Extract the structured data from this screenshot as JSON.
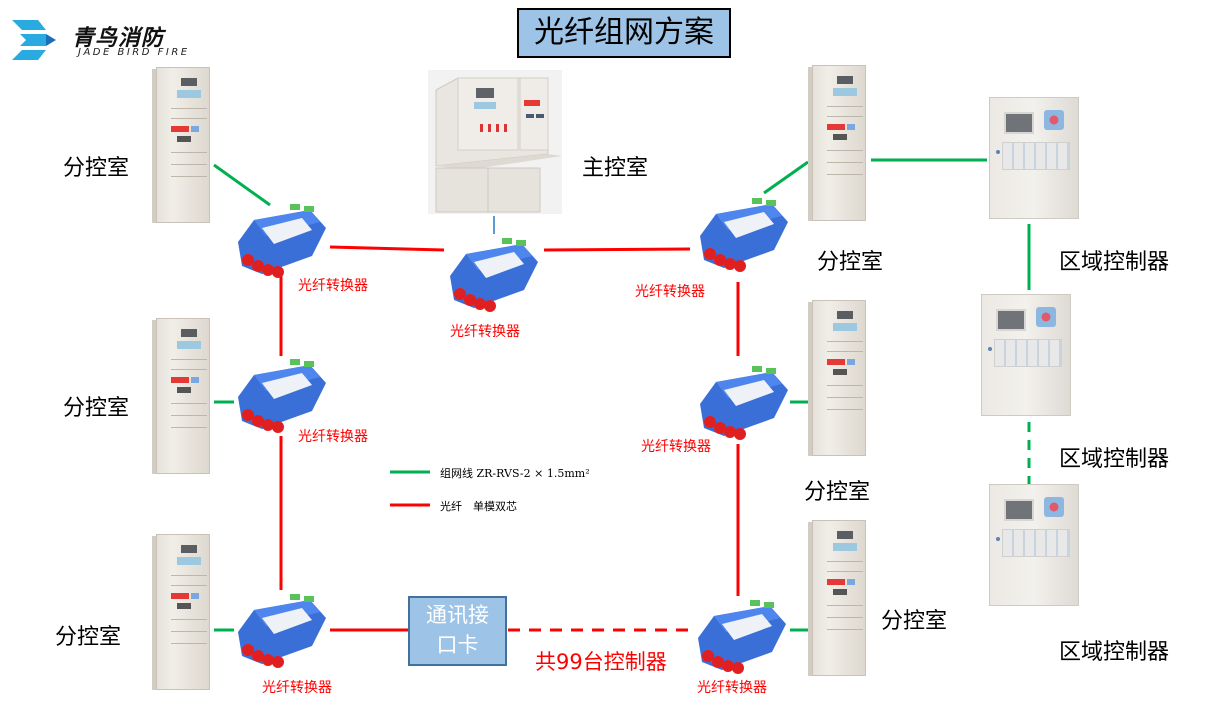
{
  "logo": {
    "name_cn": "青鸟消防",
    "name_en": "JADE BIRD FIRE",
    "brand_color": "#29abe2"
  },
  "title": "光纤组网方案",
  "main_control": {
    "label": "主控室"
  },
  "sub_controls": [
    {
      "id": "top-left",
      "label": "分控室"
    },
    {
      "id": "mid-left",
      "label": "分控室"
    },
    {
      "id": "bottom-left",
      "label": "分控室"
    },
    {
      "id": "top-right",
      "label": "分控室"
    },
    {
      "id": "mid-right",
      "label": "分控室"
    },
    {
      "id": "bottom-right",
      "label": "分控室"
    }
  ],
  "converters": [
    {
      "id": "top-left",
      "label": "光纤转换器"
    },
    {
      "id": "top-center",
      "label": "光纤转换器"
    },
    {
      "id": "top-right",
      "label": "光纤转换器"
    },
    {
      "id": "mid-left",
      "label": "光纤转换器"
    },
    {
      "id": "mid-right",
      "label": "光纤转换器"
    },
    {
      "id": "bottom-left",
      "label": "光纤转换器"
    },
    {
      "id": "bottom-right",
      "label": "光纤转换器"
    }
  ],
  "regional_controllers": [
    {
      "id": "top",
      "label": "区域控制器"
    },
    {
      "id": "middle",
      "label": "区域控制器"
    },
    {
      "id": "bottom",
      "label": "区域控制器"
    }
  ],
  "comm_card": {
    "line1": "通讯接",
    "line2": "口卡"
  },
  "total_note": "共99台控制器",
  "legend": [
    {
      "type": "network-cable",
      "color": "#00b050",
      "text": "组网线 ZR-RVS-2 × 1.5mm²"
    },
    {
      "type": "fiber",
      "color": "#ff0000",
      "text": "光纤　单模双芯"
    }
  ],
  "colors": {
    "fiber": "#ff0000",
    "network": "#00b050",
    "link": "#5b9bd5",
    "title_bg": "#9dc3e6"
  }
}
